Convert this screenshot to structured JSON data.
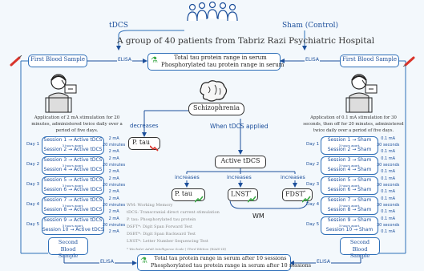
{
  "header": {
    "title": "A group of 40 patients from Tabriz Razi Psychiatric Hospital",
    "left_group": "tDCS",
    "right_group": "Sham (Control)"
  },
  "top": {
    "left_sample": "First Blood Sample",
    "right_sample": "First Blood Sample",
    "elisa_left": "ELISA",
    "elisa_right": "ELISA",
    "measure_line1": "Total  tau protein range in serum",
    "measure_line2": "Phosphorylated tau protein range in serum"
  },
  "left_panel": {
    "description": "Application of 2 mA stimulation for 20 minutes, administered twice daily over a period of five days.",
    "days": [
      {
        "label": "Day 1",
        "s1": "Session 1 → Active tDCS",
        "gap": "3 hours apart.",
        "s2": "Session 2 → Active tDCS",
        "dose1": "2 mA",
        "dur": "20 minutes",
        "dose2": "2 mA"
      },
      {
        "label": "Day 2",
        "s1": "Session 3 → Active tDCS",
        "gap": "3 hours apart.",
        "s2": "Session 4 → Active tDCS",
        "dose1": "2 mA",
        "dur": "20 minutes",
        "dose2": "2 mA"
      },
      {
        "label": "Day 3",
        "s1": "Session 5 → Active tDCS",
        "gap": "3 hours apart.",
        "s2": "Session 6 → Active tDCS",
        "dose1": "2 mA",
        "dur": "20 minutes",
        "dose2": "2 mA"
      },
      {
        "label": "Day 4",
        "s1": "Session 7 → Active tDCS",
        "gap": "3 hours apart.",
        "s2": "Session 8 → Active tDCS",
        "dose1": "2 mA",
        "dur": "20 minutes",
        "dose2": "2 mA"
      },
      {
        "label": "Day 5",
        "s1": "Session 9 → Active tDCS",
        "gap": "3 hours apart.",
        "s2": "Session 10 → Active tDCS",
        "dose1": "2 mA",
        "dur": "20 minutes",
        "dose2": "2 mA"
      }
    ],
    "second_sample": "Second Blood Sample"
  },
  "right_panel": {
    "description": "Application of 0.1 mA stimulation for 30 seconds, then off for 20 minutes, administered twice daily over a period of five days.",
    "days": [
      {
        "label": "Day 1",
        "s1": "Session 1 → Sham",
        "gap": "3 hours apart.",
        "s2": "Session 2 → Sham",
        "dose1": "0.1 mA",
        "dur": "30 seconds",
        "dose2": "0.1 mA"
      },
      {
        "label": "Day 2",
        "s1": "Session 3 → Sham",
        "gap": "3 hours apart.",
        "s2": "Session 4 → Sham",
        "dose1": "0.1 mA",
        "dur": "30 seconds",
        "dose2": "0.1 mA"
      },
      {
        "label": "Day 3",
        "s1": "Session 5 → Sham",
        "gap": "3 hours apart.",
        "s2": "Session 6 → Sham",
        "dose1": "0.1 mA",
        "dur": "30 seconds",
        "dose2": "0.1 mA"
      },
      {
        "label": "Day 4",
        "s1": "Session 7 → Sham",
        "gap": "3 hours apart.",
        "s2": "Session 8 → Sham",
        "dose1": "0.1 mA",
        "dur": "30 seconds",
        "dose2": "0.1 mA"
      },
      {
        "label": "Day 5",
        "s1": "Session 9 → Sham",
        "gap": "3 hours apart.",
        "s2": "Session 10 → Sham",
        "dose1": "0.1 mA",
        "dur": "30 seconds",
        "dose2": "0.1 mA"
      }
    ],
    "second_sample": "Second Blood Sample"
  },
  "center": {
    "disease": "Schizophrenia",
    "decreases": "decreases",
    "applied": "When tDCS applied",
    "p_tau": "P. tau",
    "active": "Active tDCS",
    "increases": "increases",
    "out1": "P. tau",
    "out2": "LNST",
    "out2_sup": "*",
    "out3": "FDST",
    "out3_sup": "*",
    "wm": "WM"
  },
  "legend": [
    "WM: Working Memory",
    "tDCS: Transcranial direct current stimulation",
    "P. tau: Phosphorylated tau protein",
    "DSFT*: Digit Span Forward Test",
    "DSBT*: Digit Span Backward Test",
    "LNST*: Letter Number Sequencing Test",
    "* Wechsler Adult Intelligence Scale | Third Edition (WAIS-III)"
  ],
  "bottom": {
    "elisa_left": "ELISA",
    "elisa_right": "ELISA",
    "measure_line1": "Total tau protein range in serum after 10 sessions",
    "measure_line2": "Phosphorylated tau protein range in serum after 10 sessions"
  },
  "colors": {
    "border": "#2e6fb8",
    "text": "#1c4f9b",
    "red": "#d9342b",
    "green": "#3aa845"
  }
}
